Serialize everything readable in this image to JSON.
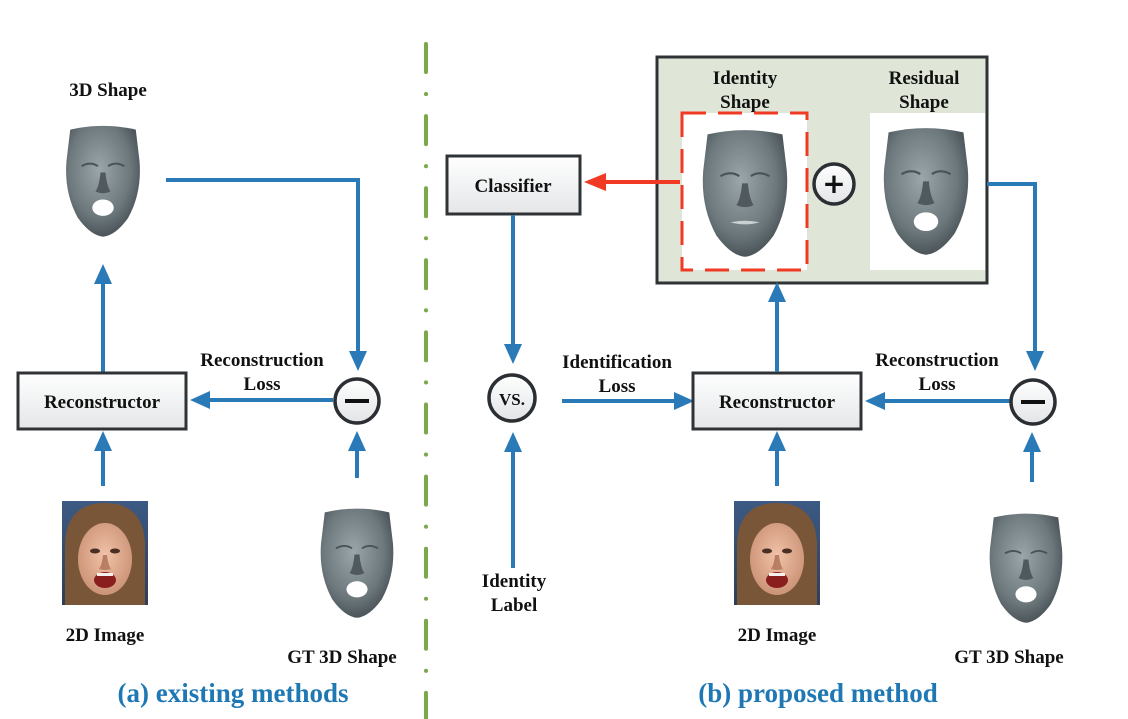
{
  "colors": {
    "arrow": "#2a7ab8",
    "classifier_arrow": "#f03a24",
    "caption": "#1f78b4",
    "divider": "#7aa84a",
    "shape_panel_bg": "#dfe6d8",
    "identity_box_dash": "#f03a24"
  },
  "panel_a": {
    "caption": "(a) existing methods",
    "top_shape_label": "3D Shape",
    "reconstructor_label": "Reconstructor",
    "loss_label_line1": "Reconstruction",
    "loss_label_line2": "Loss",
    "input_label": "2D Image",
    "gt_label": "GT 3D Shape",
    "minus_symbol": "—"
  },
  "panel_b": {
    "caption": "(b) proposed method",
    "identity_shape_line1": "Identity",
    "identity_shape_line2": "Shape",
    "residual_shape_line1": "Residual",
    "residual_shape_line2": "Shape",
    "plus_symbol": "+",
    "classifier_label": "Classifier",
    "vs_label": "VS.",
    "identification_loss_line1": "Identification",
    "identification_loss_line2": "Loss",
    "identity_label_line1": "Identity",
    "identity_label_line2": "Label",
    "reconstructor_label": "Reconstructor",
    "loss_label_line1": "Reconstruction",
    "loss_label_line2": "Loss",
    "input_label": "2D Image",
    "gt_label": "GT 3D Shape",
    "minus_symbol": "—"
  }
}
